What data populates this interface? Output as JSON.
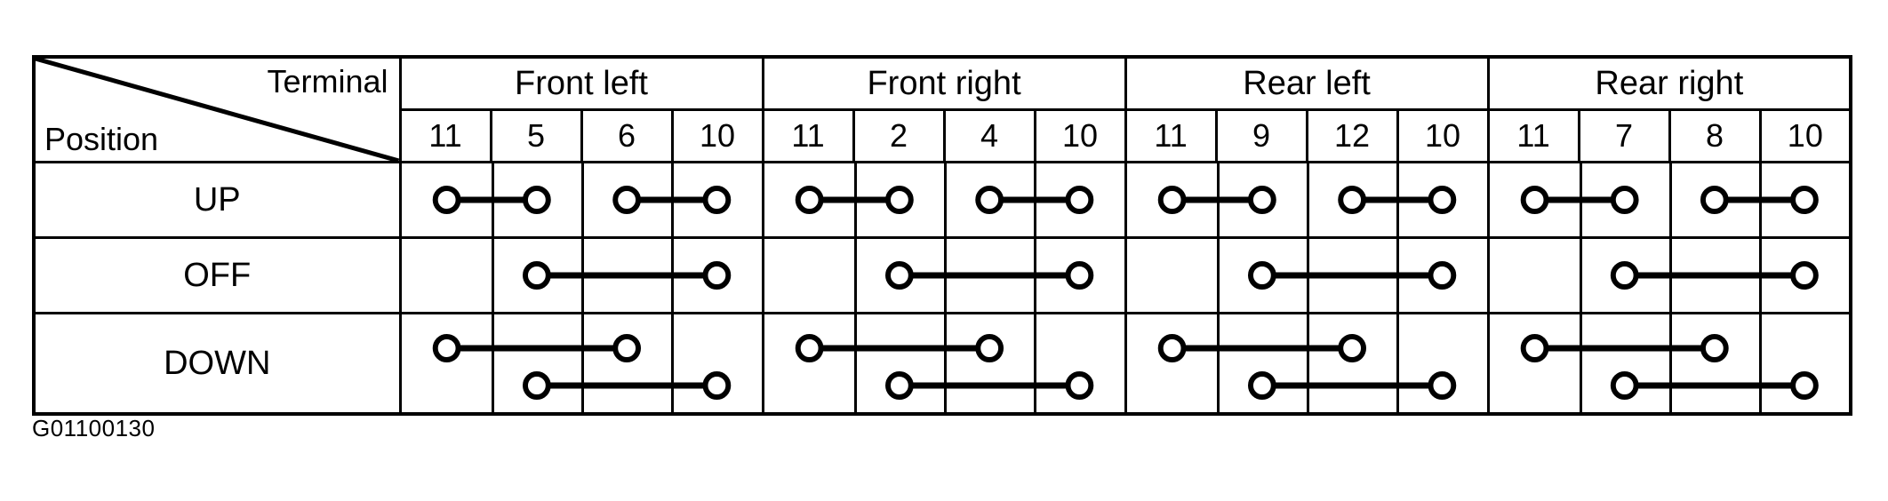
{
  "diagram": {
    "title_corner": {
      "terminal_label": "Terminal",
      "position_label": "Position"
    },
    "caption": "G01100130",
    "colors": {
      "ink": "#000000",
      "paper": "#ffffff"
    },
    "groups": [
      {
        "name": "Front left",
        "terminals": [
          "11",
          "5",
          "6",
          "10"
        ]
      },
      {
        "name": "Front right",
        "terminals": [
          "11",
          "2",
          "4",
          "10"
        ]
      },
      {
        "name": "Rear left",
        "terminals": [
          "11",
          "9",
          "12",
          "10"
        ]
      },
      {
        "name": "Rear right",
        "terminals": [
          "11",
          "7",
          "8",
          "10"
        ]
      }
    ],
    "rows": [
      {
        "position": "UP"
      },
      {
        "position": "OFF"
      },
      {
        "position": "DOWN"
      }
    ],
    "continuity": {
      "UP": {
        "Front left": [
          {
            "lane": 0,
            "from": 0,
            "to": 1
          },
          {
            "lane": 0,
            "from": 2,
            "to": 3
          }
        ],
        "Front right": [
          {
            "lane": 0,
            "from": 0,
            "to": 1
          },
          {
            "lane": 0,
            "from": 2,
            "to": 3
          }
        ],
        "Rear left": [
          {
            "lane": 0,
            "from": 0,
            "to": 1
          },
          {
            "lane": 0,
            "from": 2,
            "to": 3
          }
        ],
        "Rear right": [
          {
            "lane": 0,
            "from": 0,
            "to": 1
          },
          {
            "lane": 0,
            "from": 2,
            "to": 3
          }
        ]
      },
      "OFF": {
        "Front left": [
          {
            "lane": 0,
            "from": 1,
            "to": 3
          }
        ],
        "Front right": [
          {
            "lane": 0,
            "from": 1,
            "to": 3
          }
        ],
        "Rear left": [
          {
            "lane": 0,
            "from": 1,
            "to": 3
          }
        ],
        "Rear right": [
          {
            "lane": 0,
            "from": 1,
            "to": 3
          }
        ]
      },
      "DOWN": {
        "Front left": [
          {
            "lane": 0,
            "from": 0,
            "to": 2
          },
          {
            "lane": 1,
            "from": 1,
            "to": 3
          }
        ],
        "Front right": [
          {
            "lane": 0,
            "from": 0,
            "to": 2
          },
          {
            "lane": 1,
            "from": 1,
            "to": 3
          }
        ],
        "Rear left": [
          {
            "lane": 0,
            "from": 0,
            "to": 2
          },
          {
            "lane": 1,
            "from": 1,
            "to": 3
          }
        ],
        "Rear right": [
          {
            "lane": 0,
            "from": 0,
            "to": 2
          },
          {
            "lane": 1,
            "from": 1,
            "to": 3
          }
        ]
      }
    },
    "continuity_readable": {
      "UP": [
        "Front left: 11-5, 6-10",
        "Front right: 11-2, 4-10",
        "Rear left: 11-9, 12-10",
        "Rear right: 11-7, 8-10"
      ],
      "OFF": [
        "Front left: 5-6-10",
        "Front right: 2-4-10",
        "Rear left: 9-12-10",
        "Rear right: 7-8-10"
      ],
      "DOWN": [
        "Front left: 11-6 and 5-10",
        "Front right: 11-4 and 2-10",
        "Rear left: 11-12 and 9-10",
        "Rear right: 11-8 and 7-10"
      ]
    }
  }
}
